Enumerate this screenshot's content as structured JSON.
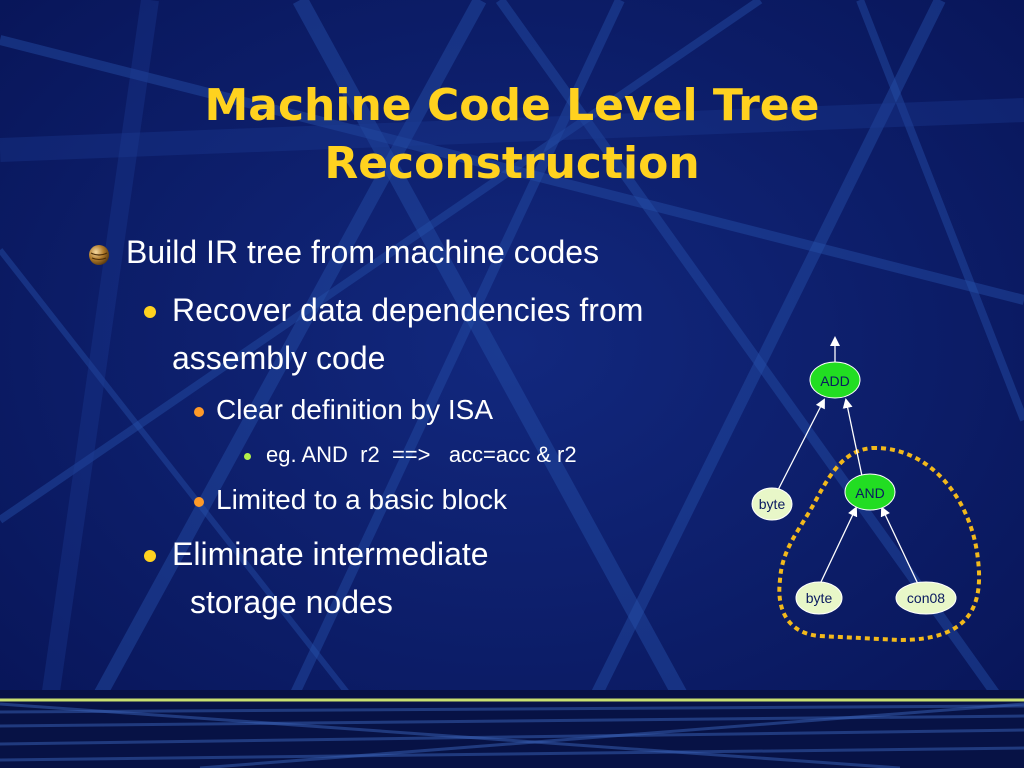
{
  "slide": {
    "title_line1": "Machine Code Level Tree",
    "title_line2": "Reconstruction"
  },
  "bullets": {
    "level1": "Build IR tree from machine codes",
    "recover_line1": "Recover data dependencies from",
    "recover_line2": "assembly code",
    "clear_def": "Clear definition by ISA",
    "example": "eg. AND  r2  ==>   acc=acc & r2",
    "limited": "Limited to a basic block",
    "eliminate_line1": "Eliminate intermediate",
    "eliminate_line2": "storage nodes"
  },
  "tree": {
    "nodes": {
      "add": "ADD",
      "and": "AND",
      "byte_top": "byte",
      "byte_bottom": "byte",
      "con08": "con08"
    }
  },
  "colors": {
    "background": "#0b1c6e",
    "title": "#ffd21f",
    "node_green": "#22dd22",
    "node_light": "#e8f7c8",
    "dotted_outline": "#f3b91b"
  }
}
